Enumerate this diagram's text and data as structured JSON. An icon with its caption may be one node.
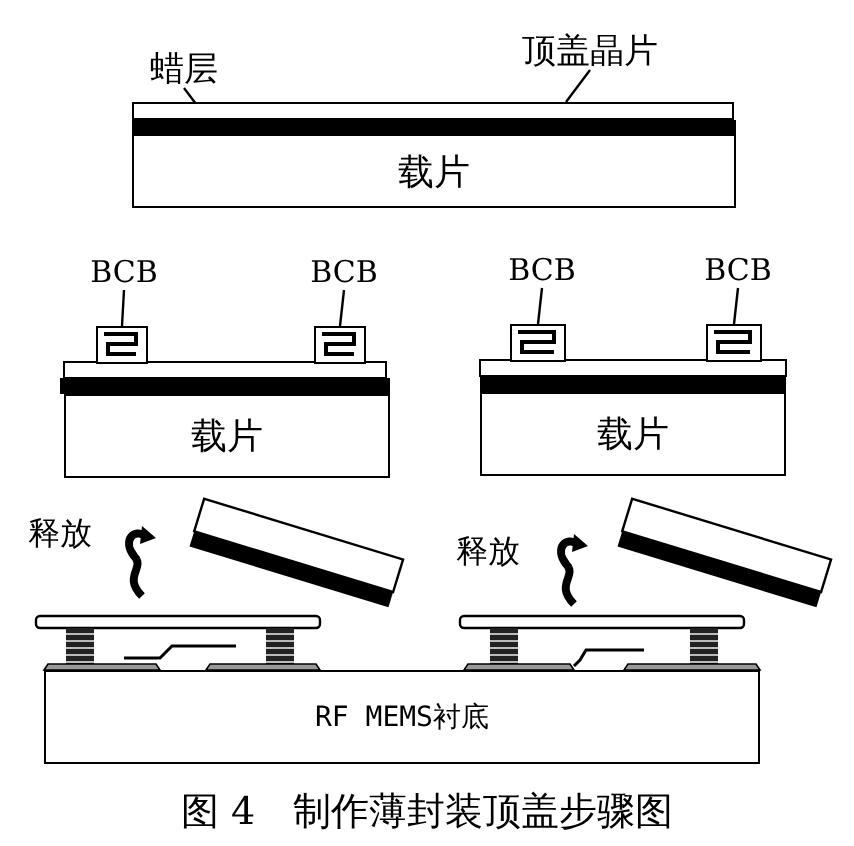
{
  "diagram": {
    "caption": "图 4　制作薄封装顶盖步骤图",
    "nodes": [
      {
        "text": [
          "蜡层"
        ]
      },
      {
        "text": [
          "顶盖晶片"
        ]
      },
      {
        "text": [],
        "shape": "box"
      },
      {
        "text": [],
        "shape": "bar"
      },
      {
        "text": [
          "载片"
        ]
      },
      {
        "text": [
          "BCB"
        ]
      },
      {
        "text": [
          "BCB"
        ]
      },
      {
        "text": [
          "BCB"
        ]
      },
      {
        "text": [
          "BCB"
        ]
      },
      {
        "text": [],
        "shape": "box"
      },
      {
        "text": [],
        "shape": "box"
      },
      {
        "text": [],
        "shape": "box"
      },
      {
        "text": [],
        "shape": "box"
      },
      {
        "text": [
          "载片"
        ]
      },
      {
        "text": [
          "载片"
        ]
      },
      {
        "text": [
          "RF MEMS衬底"
        ]
      }
    ],
    "edges": [
      {
        "from": 0,
        "to": 3,
        "arrow": "none"
      },
      {
        "from": 1,
        "to": 2,
        "arrow": "none"
      },
      {
        "from": 5,
        "to": 9,
        "arrow": "none"
      },
      {
        "from": 6,
        "to": 10,
        "arrow": "none"
      },
      {
        "from": 7,
        "to": 11,
        "arrow": "none"
      },
      {
        "from": 8,
        "to": 12,
        "arrow": "none"
      }
    ],
    "labels": [
      "释放",
      "释放"
    ]
  }
}
